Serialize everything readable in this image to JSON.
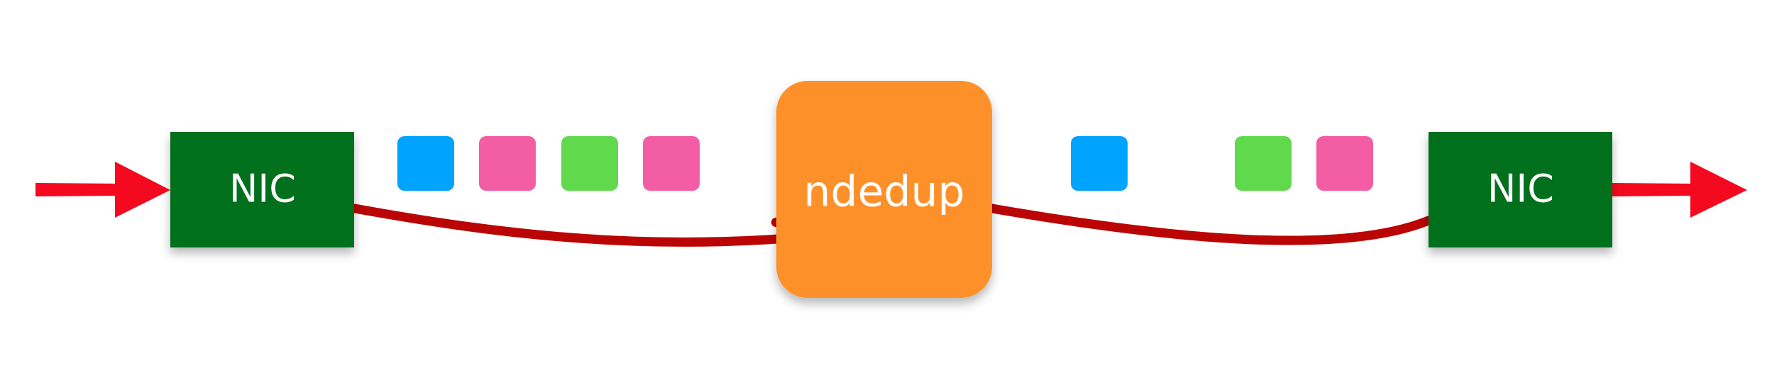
{
  "nodes": {
    "nic_in": {
      "label": "NIC"
    },
    "ndedup": {
      "label": "ndedup"
    },
    "nic_out": {
      "label": "NIC"
    }
  },
  "colors": {
    "nic": "#036F1E",
    "ndedup": "#FE9029",
    "link": "#BB0404",
    "arrow": "#F4091F",
    "packet_blue": "#00A3FE",
    "packet_pink": "#F35DA4",
    "packet_green": "#60D94D"
  },
  "packets": {
    "before": [
      "blue",
      "pink",
      "green",
      "pink"
    ],
    "after": [
      "blue",
      "",
      "green",
      "pink"
    ]
  }
}
